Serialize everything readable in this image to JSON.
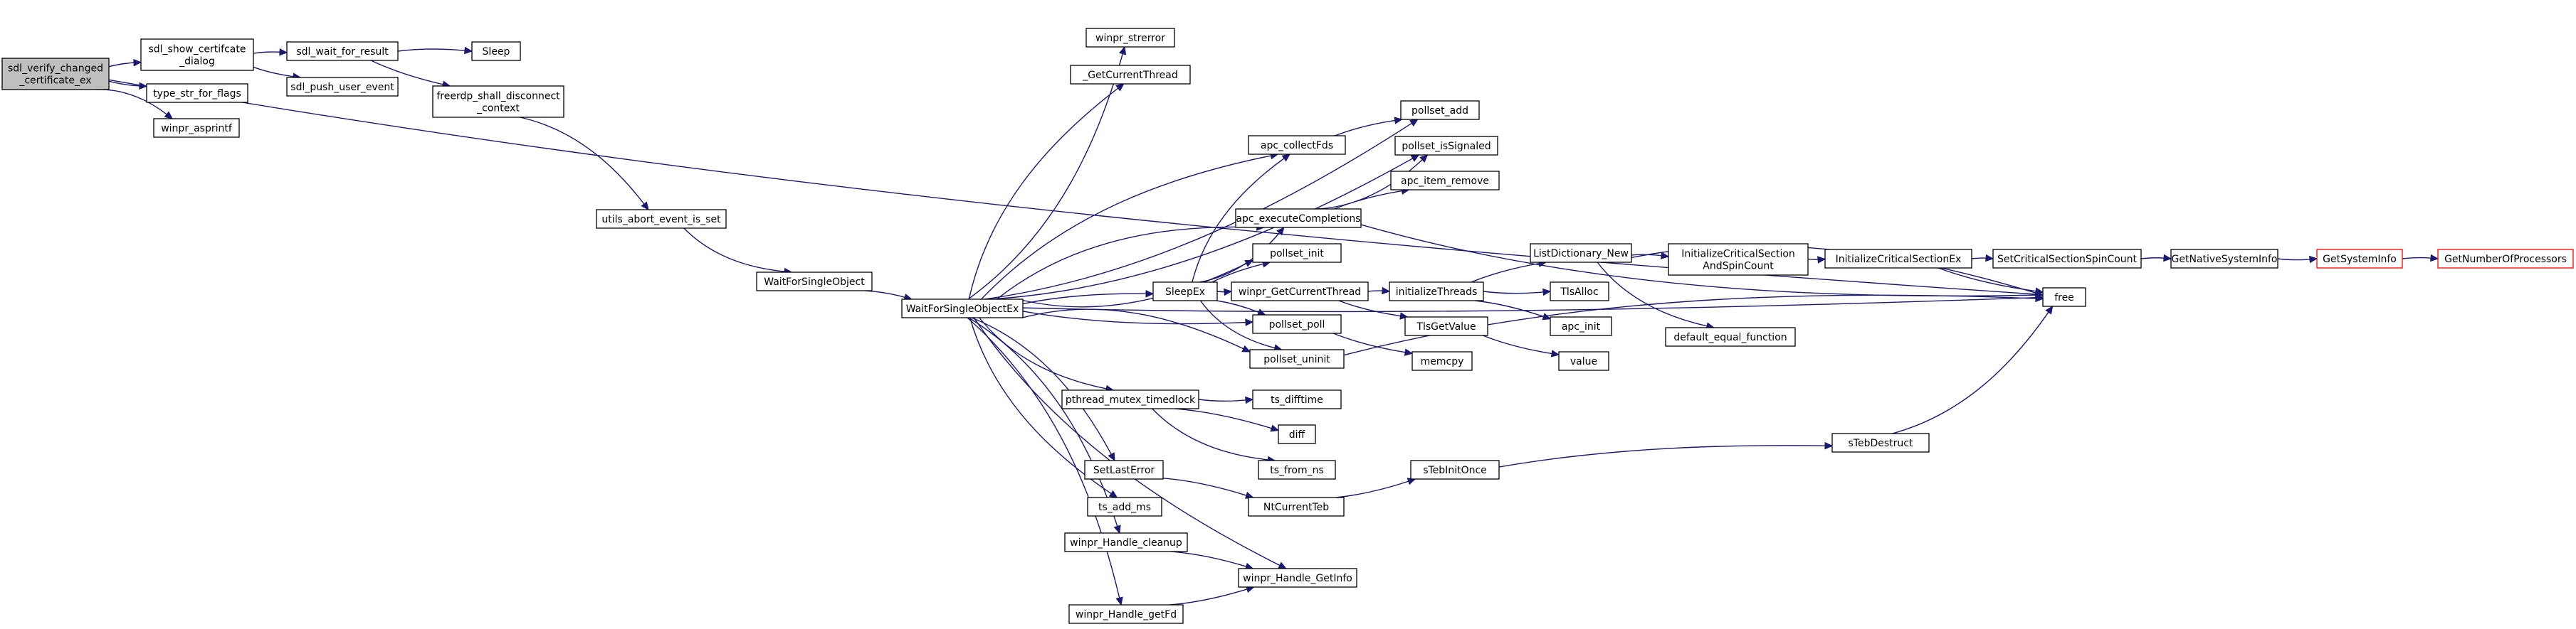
{
  "graph": {
    "nodes": [
      {
        "id": "root",
        "lines": [
          "sdl_verify_changed",
          "_certificate_ex"
        ],
        "style": "root"
      },
      {
        "id": "show",
        "lines": [
          "sdl_show_certifcate",
          "_dialog"
        ]
      },
      {
        "id": "tsflags",
        "lines": [
          "type_str_for_flags"
        ]
      },
      {
        "id": "asprintf",
        "lines": [
          "winpr_asprintf"
        ]
      },
      {
        "id": "wait",
        "lines": [
          "sdl_wait_for_result"
        ]
      },
      {
        "id": "push",
        "lines": [
          "sdl_push_user_event"
        ]
      },
      {
        "id": "sleep",
        "lines": [
          "Sleep"
        ]
      },
      {
        "id": "freerdp",
        "lines": [
          "freerdp_shall_disconnect",
          "_context"
        ]
      },
      {
        "id": "abort",
        "lines": [
          "utils_abort_event_is_set"
        ]
      },
      {
        "id": "wfso",
        "lines": [
          "WaitForSingleObject"
        ]
      },
      {
        "id": "wfsoex",
        "lines": [
          "WaitForSingleObjectEx"
        ]
      },
      {
        "id": "strerror",
        "lines": [
          "winpr_strerror"
        ]
      },
      {
        "id": "getthread",
        "lines": [
          "_GetCurrentThread"
        ]
      },
      {
        "id": "pollsetadd",
        "lines": [
          "pollset_add"
        ]
      },
      {
        "id": "apccollect",
        "lines": [
          "apc_collectFds"
        ]
      },
      {
        "id": "issignaled",
        "lines": [
          "pollset_isSignaled"
        ]
      },
      {
        "id": "apcremove",
        "lines": [
          "apc_item_remove"
        ]
      },
      {
        "id": "apcexec",
        "lines": [
          "apc_executeCompletions"
        ]
      },
      {
        "id": "pollinit",
        "lines": [
          "pollset_init"
        ]
      },
      {
        "id": "sleepex",
        "lines": [
          "SleepEx"
        ]
      },
      {
        "id": "wgct",
        "lines": [
          "winpr_GetCurrentThread"
        ]
      },
      {
        "id": "pollpoll",
        "lines": [
          "pollset_poll"
        ]
      },
      {
        "id": "polluninit",
        "lines": [
          "pollset_uninit"
        ]
      },
      {
        "id": "memcpy",
        "lines": [
          "memcpy"
        ]
      },
      {
        "id": "initthreads",
        "lines": [
          "initializeThreads"
        ]
      },
      {
        "id": "tlsget",
        "lines": [
          "TlsGetValue"
        ]
      },
      {
        "id": "value",
        "lines": [
          "value"
        ]
      },
      {
        "id": "tlsalloc",
        "lines": [
          "TlsAlloc"
        ]
      },
      {
        "id": "apcinit",
        "lines": [
          "apc_init"
        ]
      },
      {
        "id": "listdict",
        "lines": [
          "ListDictionary_New"
        ]
      },
      {
        "id": "defeq",
        "lines": [
          "default_equal_function"
        ]
      },
      {
        "id": "icsasc",
        "lines": [
          "InitializeCriticalSection",
          "AndSpinCount"
        ]
      },
      {
        "id": "icsex",
        "lines": [
          "InitializeCriticalSectionEx"
        ]
      },
      {
        "id": "setcss",
        "lines": [
          "SetCriticalSectionSpinCount"
        ]
      },
      {
        "id": "gnsi",
        "lines": [
          "GetNativeSystemInfo"
        ]
      },
      {
        "id": "gsi",
        "lines": [
          "GetSystemInfo"
        ],
        "style": "red"
      },
      {
        "id": "gnp",
        "lines": [
          "GetNumberOfProcessors"
        ],
        "style": "red"
      },
      {
        "id": "free",
        "lines": [
          "free"
        ]
      },
      {
        "id": "mutex",
        "lines": [
          "pthread_mutex_timedlock"
        ]
      },
      {
        "id": "difftime",
        "lines": [
          "ts_difftime"
        ]
      },
      {
        "id": "diff",
        "lines": [
          "diff"
        ]
      },
      {
        "id": "fromns",
        "lines": [
          "ts_from_ns"
        ]
      },
      {
        "id": "setlasterr",
        "lines": [
          "SetLastError"
        ]
      },
      {
        "id": "ntteb",
        "lines": [
          "NtCurrentTeb"
        ]
      },
      {
        "id": "tebinit",
        "lines": [
          "sTebInitOnce"
        ]
      },
      {
        "id": "tebdestruct",
        "lines": [
          "sTebDestruct"
        ]
      },
      {
        "id": "tsaddms",
        "lines": [
          "ts_add_ms"
        ]
      },
      {
        "id": "hcleanup",
        "lines": [
          "winpr_Handle_cleanup"
        ]
      },
      {
        "id": "hgetinfo",
        "lines": [
          "winpr_Handle_GetInfo"
        ]
      },
      {
        "id": "hgetfd",
        "lines": [
          "winpr_Handle_getFd"
        ]
      }
    ],
    "edges": [
      [
        "root",
        "show"
      ],
      [
        "root",
        "tsflags"
      ],
      [
        "root",
        "asprintf"
      ],
      [
        "root",
        "free"
      ],
      [
        "show",
        "wait"
      ],
      [
        "show",
        "push"
      ],
      [
        "wait",
        "sleep"
      ],
      [
        "wait",
        "freerdp"
      ],
      [
        "freerdp",
        "abort"
      ],
      [
        "abort",
        "wfso"
      ],
      [
        "wfso",
        "wfsoex"
      ],
      [
        "wfsoex",
        "strerror"
      ],
      [
        "wfsoex",
        "getthread"
      ],
      [
        "wfsoex",
        "pollsetadd"
      ],
      [
        "wfsoex",
        "apccollect"
      ],
      [
        "wfsoex",
        "issignaled"
      ],
      [
        "wfsoex",
        "apcexec"
      ],
      [
        "wfsoex",
        "pollinit"
      ],
      [
        "wfsoex",
        "sleepex"
      ],
      [
        "wfsoex",
        "pollpoll"
      ],
      [
        "wfsoex",
        "polluninit"
      ],
      [
        "wfsoex",
        "mutex"
      ],
      [
        "wfsoex",
        "setlasterr"
      ],
      [
        "wfsoex",
        "tsaddms"
      ],
      [
        "wfsoex",
        "hcleanup"
      ],
      [
        "wfsoex",
        "hgetinfo"
      ],
      [
        "wfsoex",
        "hgetfd"
      ],
      [
        "wfsoex",
        "free"
      ],
      [
        "apccollect",
        "pollsetadd"
      ],
      [
        "apcexec",
        "issignaled"
      ],
      [
        "apcexec",
        "apcremove"
      ],
      [
        "apcexec",
        "free"
      ],
      [
        "sleepex",
        "apccollect"
      ],
      [
        "sleepex",
        "apcexec"
      ],
      [
        "sleepex",
        "pollinit"
      ],
      [
        "sleepex",
        "wgct"
      ],
      [
        "sleepex",
        "pollpoll"
      ],
      [
        "sleepex",
        "polluninit"
      ],
      [
        "wgct",
        "initthreads"
      ],
      [
        "wgct",
        "tlsget"
      ],
      [
        "initthreads",
        "listdict"
      ],
      [
        "initthreads",
        "tlsalloc"
      ],
      [
        "initthreads",
        "apcinit"
      ],
      [
        "tlsget",
        "value"
      ],
      [
        "listdict",
        "icsasc"
      ],
      [
        "listdict",
        "defeq"
      ],
      [
        "listdict",
        "free"
      ],
      [
        "icsasc",
        "icsex"
      ],
      [
        "icsex",
        "setcss"
      ],
      [
        "icsex",
        "free"
      ],
      [
        "setcss",
        "gnsi"
      ],
      [
        "gnsi",
        "gsi"
      ],
      [
        "gsi",
        "gnp"
      ],
      [
        "pollpoll",
        "memcpy"
      ],
      [
        "polluninit",
        "free"
      ],
      [
        "mutex",
        "difftime"
      ],
      [
        "mutex",
        "diff"
      ],
      [
        "mutex",
        "fromns"
      ],
      [
        "setlasterr",
        "ntteb"
      ],
      [
        "ntteb",
        "tebinit"
      ],
      [
        "tebinit",
        "tebdestruct"
      ],
      [
        "tebdestruct",
        "free"
      ],
      [
        "hcleanup",
        "hgetinfo"
      ],
      [
        "hgetfd",
        "hgetinfo"
      ]
    ]
  }
}
